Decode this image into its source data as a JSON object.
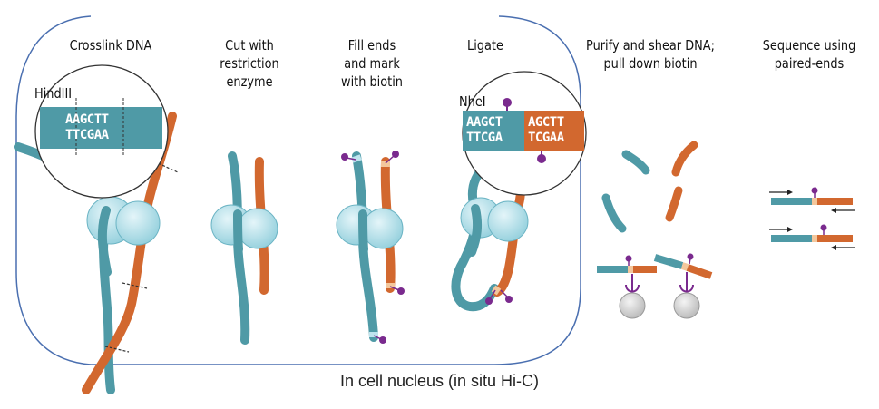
{
  "steps": [
    {
      "label_lines": [
        "Crosslink DNA"
      ]
    },
    {
      "label_lines": [
        "Cut with",
        "restriction",
        "enzyme"
      ]
    },
    {
      "label_lines": [
        "Fill ends",
        "and mark",
        "with biotin"
      ]
    },
    {
      "label_lines": [
        "Ligate"
      ]
    },
    {
      "label_lines": [
        "Purify and shear DNA;",
        "pull down biotin"
      ]
    },
    {
      "label_lines": [
        "Sequence using",
        "paired-ends"
      ]
    }
  ],
  "enzymes": {
    "hindiii": "HindIII",
    "nhei": "NheI"
  },
  "sequences": {
    "hind_top": "AAGCTT",
    "hind_bottom": "TTCGAA",
    "nhe_left_top": "AAGCT",
    "nhe_left_bottom": "TTCGA",
    "nhe_right_top": "AGCTT",
    "nhe_right_bottom": "TCGAA"
  },
  "caption": "In cell nucleus (in situ Hi-C)",
  "colors": {
    "teal": "#4f9aa6",
    "orange": "#d2682f",
    "biotin": "#7a2a8e",
    "protein": "#a9dbe6",
    "boundary": "#4a6fb0"
  }
}
